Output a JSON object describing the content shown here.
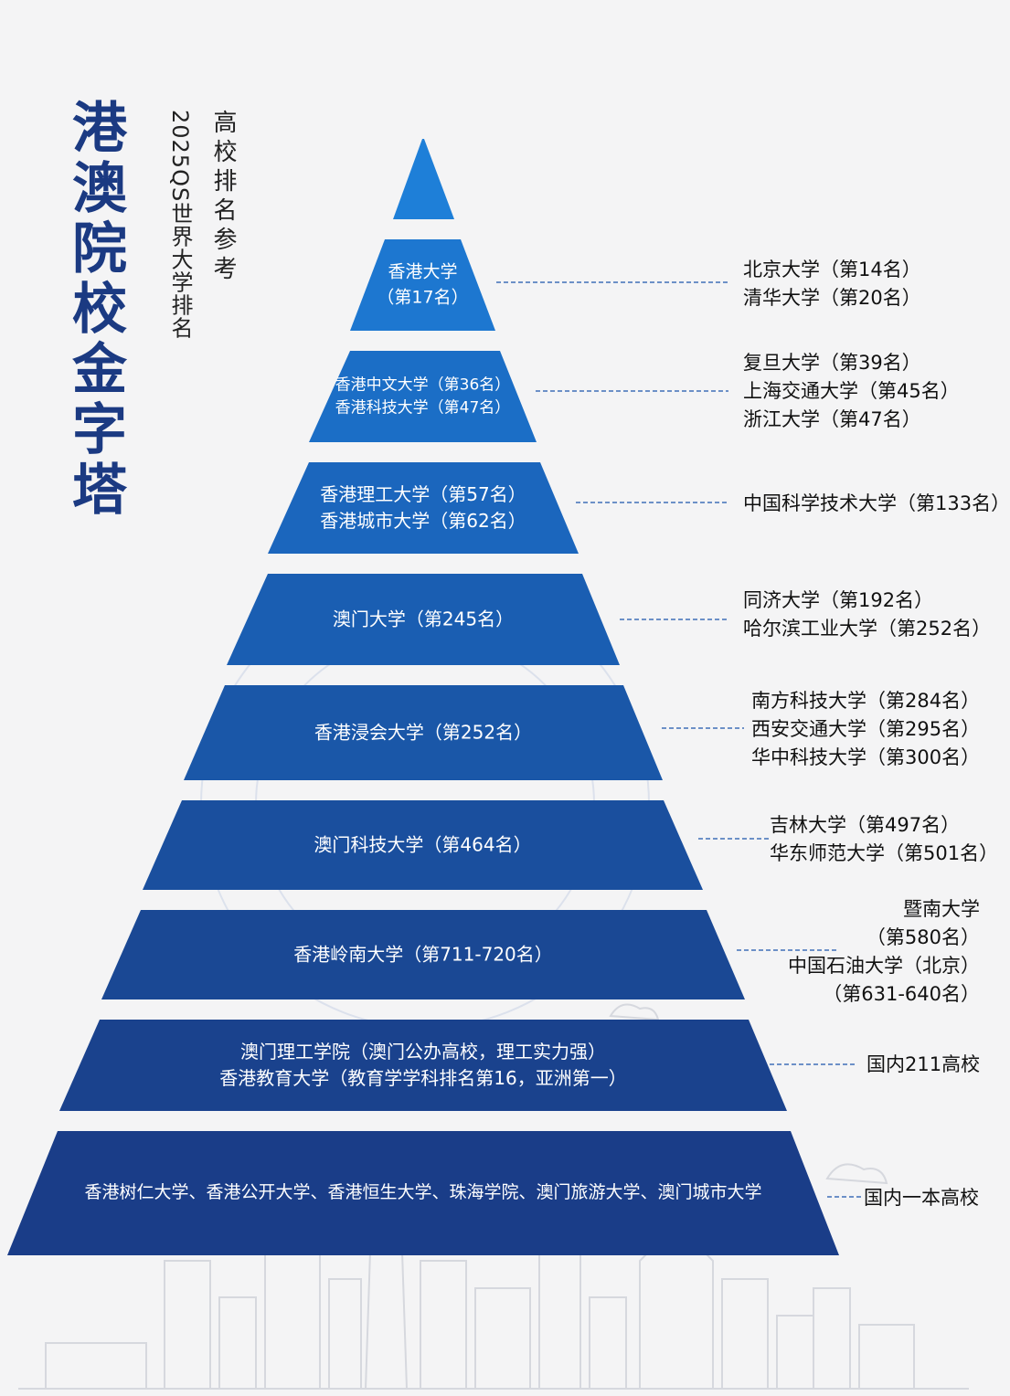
{
  "title": "港澳院校金字塔",
  "subtitle_line1": "高校排名参考",
  "subtitle_line2": "2025QS世界大学排名",
  "colors": {
    "tier_top": "#1d78d2",
    "tier_bottom": "#1a3f8c",
    "dash": "#3f6fb8",
    "title": "#1b3a82",
    "background": "#f4f4f5"
  },
  "tiers": [
    {
      "lines": []
    },
    {
      "lines": [
        "香港大学",
        "（第17名）"
      ]
    },
    {
      "lines": [
        "香港中文大学（第36名）",
        "香港科技大学（第47名）"
      ]
    },
    {
      "lines": [
        "香港理工大学（第57名）",
        "香港城市大学（第62名）"
      ]
    },
    {
      "lines": [
        "澳门大学（第245名）"
      ]
    },
    {
      "lines": [
        "香港浸会大学（第252名）"
      ]
    },
    {
      "lines": [
        "澳门科技大学（第464名）"
      ]
    },
    {
      "lines": [
        "香港岭南大学（第711-720名）"
      ]
    },
    {
      "lines": [
        "澳门理工学院（澳门公办高校，理工实力强）",
        "香港教育大学（教育学学科排名第16，亚洲第一）"
      ]
    },
    {
      "lines": [
        "香港树仁大学、香港公开大学、香港恒生大学、珠海学院、澳门旅游大学、澳门城市大学"
      ]
    }
  ],
  "comparisons": [
    {
      "lines": [
        "北京大学（第14名）",
        "清华大学（第20名）"
      ]
    },
    {
      "lines": [
        "复旦大学（第39名）",
        "上海交通大学（第45名）",
        "浙江大学（第47名）"
      ]
    },
    {
      "lines": [
        "中国科学技术大学（第133名）"
      ]
    },
    {
      "lines": [
        "同济大学（第192名）",
        "哈尔滨工业大学（第252名）"
      ]
    },
    {
      "lines": [
        "南方科技大学（第284名）",
        "西安交通大学（第295名）",
        "华中科技大学（第300名）"
      ]
    },
    {
      "lines": [
        "吉林大学（第497名）",
        "华东师范大学（第501名）"
      ]
    },
    {
      "lines": [
        "暨南大学",
        "（第580名）",
        "中国石油大学（北京）",
        "（第631-640名）"
      ]
    },
    {
      "lines": [
        "国内211高校"
      ]
    },
    {
      "lines": [
        "国内一本高校"
      ]
    }
  ]
}
